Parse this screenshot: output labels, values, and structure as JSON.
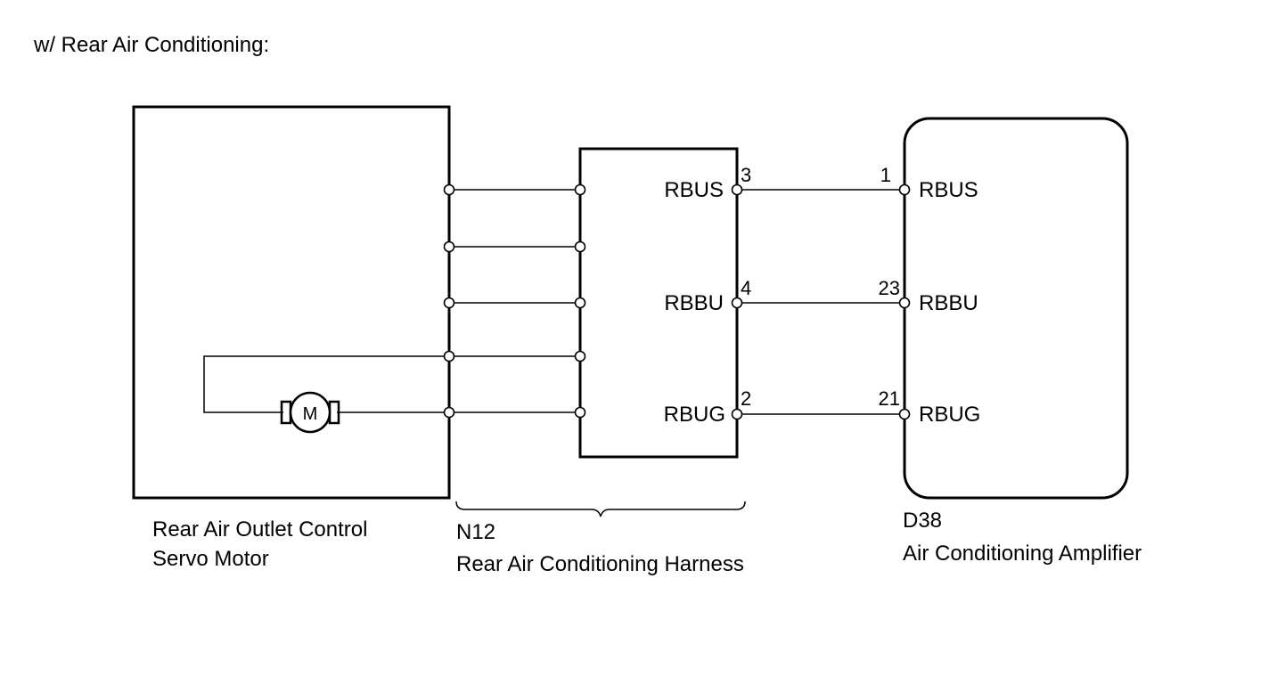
{
  "title": "w/ Rear Air Conditioning:",
  "components": {
    "servo_motor": {
      "name_line1": "Rear Air Outlet Control",
      "name_line2": "Servo Motor",
      "motor_symbol": "M"
    },
    "harness": {
      "code": "N12",
      "name": "Rear Air Conditioning Harness",
      "pins": [
        {
          "label": "RBUS",
          "number": "3"
        },
        {
          "label": "RBBU",
          "number": "4"
        },
        {
          "label": "RBUG",
          "number": "2"
        }
      ]
    },
    "amplifier": {
      "code": "D38",
      "name": "Air Conditioning Amplifier",
      "pins": [
        {
          "label": "RBUS",
          "number": "1"
        },
        {
          "label": "RBBU",
          "number": "23"
        },
        {
          "label": "RBUG",
          "number": "21"
        }
      ]
    }
  },
  "connections": [
    {
      "from": "N12-3 RBUS",
      "to": "D38-1 RBUS"
    },
    {
      "from": "N12-4 RBBU",
      "to": "D38-23 RBBU"
    },
    {
      "from": "N12-2 RBUG",
      "to": "D38-21 RBUG"
    }
  ]
}
